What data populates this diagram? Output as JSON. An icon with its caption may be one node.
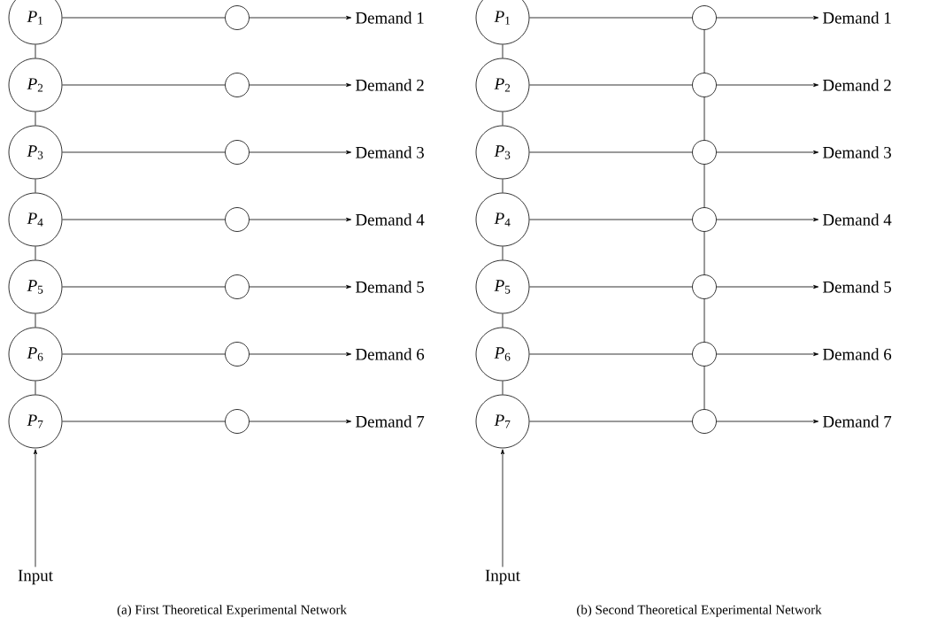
{
  "diagram": {
    "nodes": [
      {
        "text": [
          "*P*$_{1}$"
        ]
      },
      {
        "text": [
          "*P*$_{2}$"
        ]
      },
      {
        "text": [
          "*P*$_{3}$"
        ]
      },
      {
        "text": [
          "*P*$_{4}$"
        ]
      },
      {
        "text": [
          "*P*$_{5}$"
        ]
      },
      {
        "text": [
          "*P*$_{6}$"
        ]
      },
      {
        "text": [
          "*P*$_{7}$"
        ]
      },
      {
        "text": [],
        "shape": "circle"
      },
      {
        "text": [],
        "shape": "circle"
      },
      {
        "text": [],
        "shape": "circle"
      },
      {
        "text": [],
        "shape": "circle"
      },
      {
        "text": [],
        "shape": "circle"
      },
      {
        "text": [],
        "shape": "circle"
      },
      {
        "text": [],
        "shape": "circle"
      },
      {
        "text": [
          "Demand 1"
        ]
      },
      {
        "text": [
          "Demand 2"
        ]
      },
      {
        "text": [
          "Demand 3"
        ]
      },
      {
        "text": [
          "Demand 4"
        ]
      },
      {
        "text": [
          "Demand 5"
        ]
      },
      {
        "text": [
          "Demand 6"
        ]
      },
      {
        "text": [
          "Demand 7"
        ]
      },
      {
        "text": [
          "Input"
        ]
      },
      {
        "text": [
          "*P*$_{1}$"
        ]
      },
      {
        "text": [
          "*P*$_{2}$"
        ]
      },
      {
        "text": [
          "*P*$_{3}$"
        ]
      },
      {
        "text": [
          "*P*$_{4}$"
        ]
      },
      {
        "text": [
          "*P*$_{5}$"
        ]
      },
      {
        "text": [
          "*P*$_{6}$"
        ]
      },
      {
        "text": [
          "*P*$_{7}$"
        ]
      },
      {
        "text": [],
        "shape": "circle"
      },
      {
        "text": [],
        "shape": "circle"
      },
      {
        "text": [],
        "shape": "circle"
      },
      {
        "text": [],
        "shape": "circle"
      },
      {
        "text": [],
        "shape": "circle"
      },
      {
        "text": [],
        "shape": "circle"
      },
      {
        "text": [],
        "shape": "circle"
      },
      {
        "text": [
          "Demand 1"
        ]
      },
      {
        "text": [
          "Demand 2"
        ]
      },
      {
        "text": [
          "Demand 3"
        ]
      },
      {
        "text": [
          "Demand 4"
        ]
      },
      {
        "text": [
          "Demand 5"
        ]
      },
      {
        "text": [
          "Demand 6"
        ]
      },
      {
        "text": [
          "Demand 7"
        ]
      },
      {
        "text": [
          "Input"
        ]
      }
    ],
    "edges": [
      {
        "from": 0,
        "to": 1,
        "arrow": "none"
      },
      {
        "from": 1,
        "to": 2,
        "arrow": "none"
      },
      {
        "from": 2,
        "to": 3,
        "arrow": "none"
      },
      {
        "from": 3,
        "to": 4,
        "arrow": "none"
      },
      {
        "from": 4,
        "to": 5,
        "arrow": "none"
      },
      {
        "from": 5,
        "to": 6,
        "arrow": "none"
      },
      {
        "from": 0,
        "to": 7,
        "arrow": "none"
      },
      {
        "from": 1,
        "to": 8,
        "arrow": "none"
      },
      {
        "from": 2,
        "to": 9,
        "arrow": "none"
      },
      {
        "from": 3,
        "to": 10,
        "arrow": "none"
      },
      {
        "from": 4,
        "to": 11,
        "arrow": "none"
      },
      {
        "from": 5,
        "to": 12,
        "arrow": "none"
      },
      {
        "from": 6,
        "to": 13,
        "arrow": "none"
      },
      {
        "from": 7,
        "to": 14,
        "arrow": "to"
      },
      {
        "from": 8,
        "to": 15,
        "arrow": "to"
      },
      {
        "from": 9,
        "to": 16,
        "arrow": "to"
      },
      {
        "from": 10,
        "to": 17,
        "arrow": "to"
      },
      {
        "from": 11,
        "to": 18,
        "arrow": "to"
      },
      {
        "from": 12,
        "to": 19,
        "arrow": "to"
      },
      {
        "from": 13,
        "to": 20,
        "arrow": "to"
      },
      {
        "from": 21,
        "to": 6,
        "arrow": "to"
      },
      {
        "from": 22,
        "to": 23,
        "arrow": "none"
      },
      {
        "from": 23,
        "to": 24,
        "arrow": "none"
      },
      {
        "from": 24,
        "to": 25,
        "arrow": "none"
      },
      {
        "from": 25,
        "to": 26,
        "arrow": "none"
      },
      {
        "from": 26,
        "to": 27,
        "arrow": "none"
      },
      {
        "from": 27,
        "to": 28,
        "arrow": "none"
      },
      {
        "from": 22,
        "to": 29,
        "arrow": "none"
      },
      {
        "from": 23,
        "to": 30,
        "arrow": "none"
      },
      {
        "from": 24,
        "to": 31,
        "arrow": "none"
      },
      {
        "from": 25,
        "to": 32,
        "arrow": "none"
      },
      {
        "from": 26,
        "to": 33,
        "arrow": "none"
      },
      {
        "from": 27,
        "to": 34,
        "arrow": "none"
      },
      {
        "from": 28,
        "to": 35,
        "arrow": "none"
      },
      {
        "from": 29,
        "to": 30,
        "arrow": "none"
      },
      {
        "from": 30,
        "to": 31,
        "arrow": "none"
      },
      {
        "from": 31,
        "to": 32,
        "arrow": "none"
      },
      {
        "from": 32,
        "to": 33,
        "arrow": "none"
      },
      {
        "from": 33,
        "to": 34,
        "arrow": "none"
      },
      {
        "from": 34,
        "to": 35,
        "arrow": "none"
      },
      {
        "from": 29,
        "to": 36,
        "arrow": "to"
      },
      {
        "from": 30,
        "to": 37,
        "arrow": "to"
      },
      {
        "from": 31,
        "to": 38,
        "arrow": "to"
      },
      {
        "from": 32,
        "to": 39,
        "arrow": "to"
      },
      {
        "from": 33,
        "to": 40,
        "arrow": "to"
      },
      {
        "from": 34,
        "to": 41,
        "arrow": "to"
      },
      {
        "from": 35,
        "to": 42,
        "arrow": "to"
      },
      {
        "from": 43,
        "to": 28,
        "arrow": "to"
      }
    ],
    "labels": [
      "(a) First Theoretical Experimental Network",
      "(b) Second Theoretical Experimental Network"
    ]
  }
}
